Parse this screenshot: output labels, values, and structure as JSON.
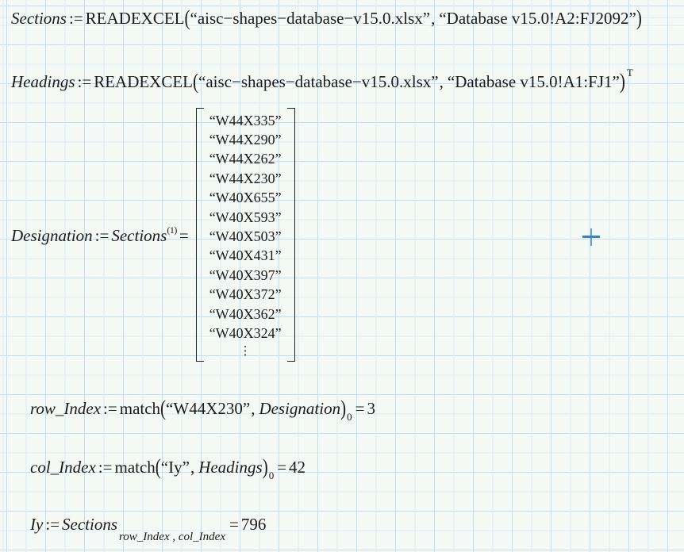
{
  "palette": {
    "background": "#f5f9f6",
    "grid_minor": "#dcebf4",
    "grid_major": "#c6ddec",
    "ink": "#1b1b1b",
    "cursor_blue": "#3b7fc4"
  },
  "equations": {
    "sections": {
      "lhs": "Sections",
      "assign": ":=",
      "func": "READEXCEL",
      "open": "(",
      "arg1": "“aisc−shapes−database−v15.0.xlsx”",
      "sep": ",",
      "arg2": "“Database v15.0!A2:FJ2092”",
      "close": ")"
    },
    "headings": {
      "lhs": "Headings",
      "assign": ":=",
      "func": "READEXCEL",
      "open": "(",
      "arg1": "“aisc−shapes−database−v15.0.xlsx”",
      "sep": ",",
      "arg2": "“Database v15.0!A1:FJ1”",
      "close": ")",
      "transpose": "T"
    },
    "designation": {
      "lhs": "Designation",
      "assign": ":=",
      "rhs": "Sections",
      "col_sup": "(1)",
      "equals": "=",
      "vdots": "⋮",
      "values": [
        "“W44X335”",
        "“W44X290”",
        "“W44X262”",
        "“W44X230”",
        "“W40X655”",
        "“W40X593”",
        "“W40X503”",
        "“W40X431”",
        "“W40X397”",
        "“W40X372”",
        "“W40X362”",
        "“W40X324”"
      ]
    },
    "row_index": {
      "lhs": "row_Index",
      "assign": ":=",
      "func": "match",
      "open": "(",
      "arg1": "“W44X230”",
      "sep": ",",
      "arg2": "Designation",
      "close": ")",
      "sub": "0",
      "equals": "=",
      "result": "3"
    },
    "col_index": {
      "lhs": "col_Index",
      "assign": ":=",
      "func": "match",
      "open": "(",
      "arg1": "“Iy”",
      "sep": ",",
      "arg2": "Headings",
      "close": ")",
      "sub": "0",
      "equals": "=",
      "result": "42"
    },
    "iy": {
      "lhs": "Iy",
      "assign": ":=",
      "rhs": "Sections",
      "sub": "row_Index , col_Index",
      "equals": "=",
      "result": "796"
    }
  }
}
